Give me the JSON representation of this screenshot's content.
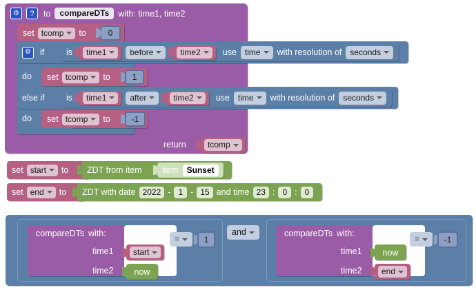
{
  "meta": {
    "accent_purple": "#9a5ca6",
    "accent_rose": "#b55f82",
    "accent_slate": "#5b7fa6",
    "accent_green": "#7ca352",
    "accent_number": "#8e9fc4"
  },
  "procedure": {
    "gear_icon": "gear-icon",
    "help_icon": "question-icon",
    "to_label": "to",
    "name": "compareDTs",
    "with_label": "with: time1, time2",
    "statements": [
      {
        "type": "set",
        "set_label": "set",
        "variable": "tcomp",
        "to_label": "to",
        "value": "0"
      }
    ],
    "if_block": {
      "gear_icon": "gear-icon",
      "if_label": "if",
      "branches": [
        {
          "condition": {
            "is_label": "is",
            "left": "time1",
            "operator": "before",
            "right": "time2",
            "use_label": "use",
            "use_value": "time",
            "resolution_label": "with resolution of",
            "resolution_value": "seconds"
          },
          "do_label": "do",
          "body": {
            "set_label": "set",
            "variable": "tcomp",
            "to_label": "to",
            "value": "1"
          }
        },
        {
          "else_if_label": "else if",
          "condition": {
            "is_label": "is",
            "left": "time1",
            "operator": "after",
            "right": "time2",
            "use_label": "use",
            "use_value": "time",
            "resolution_label": "with resolution of",
            "resolution_value": "seconds"
          },
          "do_label": "do",
          "body": {
            "set_label": "set",
            "variable": "tcomp",
            "to_label": "to",
            "value": "-1"
          }
        }
      ]
    },
    "return_label": "return",
    "return_value": "tcomp"
  },
  "assignments": [
    {
      "set_label": "set",
      "variable": "start",
      "to_label": "to",
      "value_block": {
        "label": "ZDT from item",
        "item_label": "item",
        "item_value": "Sunset"
      }
    },
    {
      "set_label": "set",
      "variable": "end",
      "to_label": "to",
      "value_block": {
        "label": "ZDT with date",
        "year": "2022",
        "sep1": "-",
        "month": "1",
        "sep2": "-",
        "day": "15",
        "time_label": "and time",
        "hour": "23",
        "colon1": ":",
        "minute": "0",
        "colon2": ":",
        "second": "0"
      }
    }
  ],
  "condition_expression": {
    "and_operator": "and",
    "comparisons": [
      {
        "call_label": "compareDTs",
        "with_label": "with:",
        "args": [
          {
            "name": "time1",
            "value": "start",
            "value_kind": "variable"
          },
          {
            "name": "time2",
            "value": "now",
            "value_kind": "datetime"
          }
        ],
        "operator": "=",
        "right_value": "1"
      },
      {
        "call_label": "compareDTs",
        "with_label": "with:",
        "args": [
          {
            "name": "time1",
            "value": "now",
            "value_kind": "datetime"
          },
          {
            "name": "time2",
            "value": "end",
            "value_kind": "variable"
          }
        ],
        "operator": "=",
        "right_value": "-1"
      }
    ]
  }
}
